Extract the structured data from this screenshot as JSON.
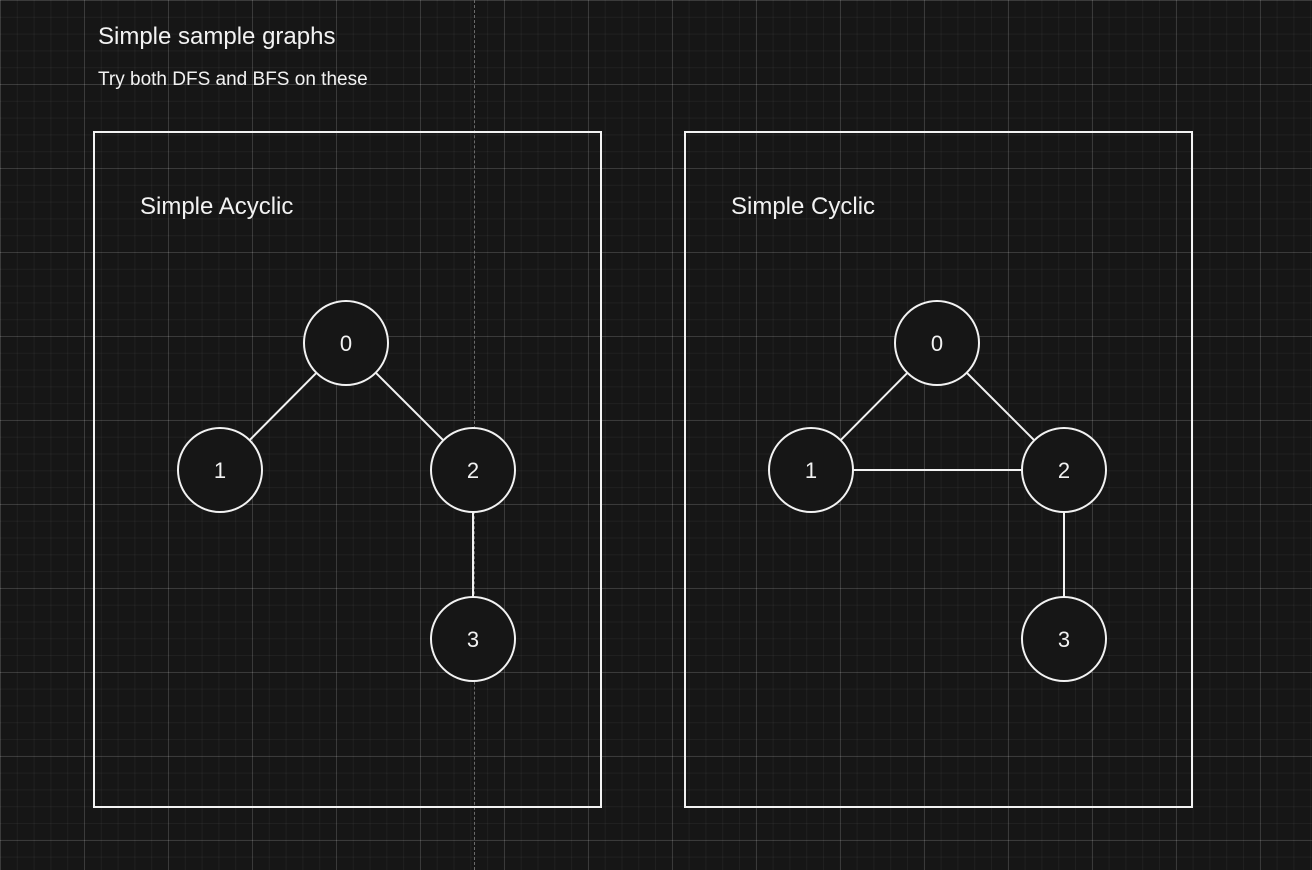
{
  "header": {
    "title": "Simple sample graphs",
    "subtitle": "Try both DFS and BFS on these"
  },
  "graphs": [
    {
      "label": "Simple Acyclic",
      "nodes": [
        "0",
        "1",
        "2",
        "3"
      ],
      "edges": [
        [
          "0",
          "1"
        ],
        [
          "0",
          "2"
        ],
        [
          "2",
          "3"
        ]
      ]
    },
    {
      "label": "Simple Cyclic",
      "nodes": [
        "0",
        "1",
        "2",
        "3"
      ],
      "edges": [
        [
          "0",
          "1"
        ],
        [
          "0",
          "2"
        ],
        [
          "1",
          "2"
        ],
        [
          "2",
          "3"
        ]
      ]
    }
  ],
  "colors": {
    "background": "#161616",
    "stroke": "#f2f2f2",
    "node_fill": "#161616"
  }
}
